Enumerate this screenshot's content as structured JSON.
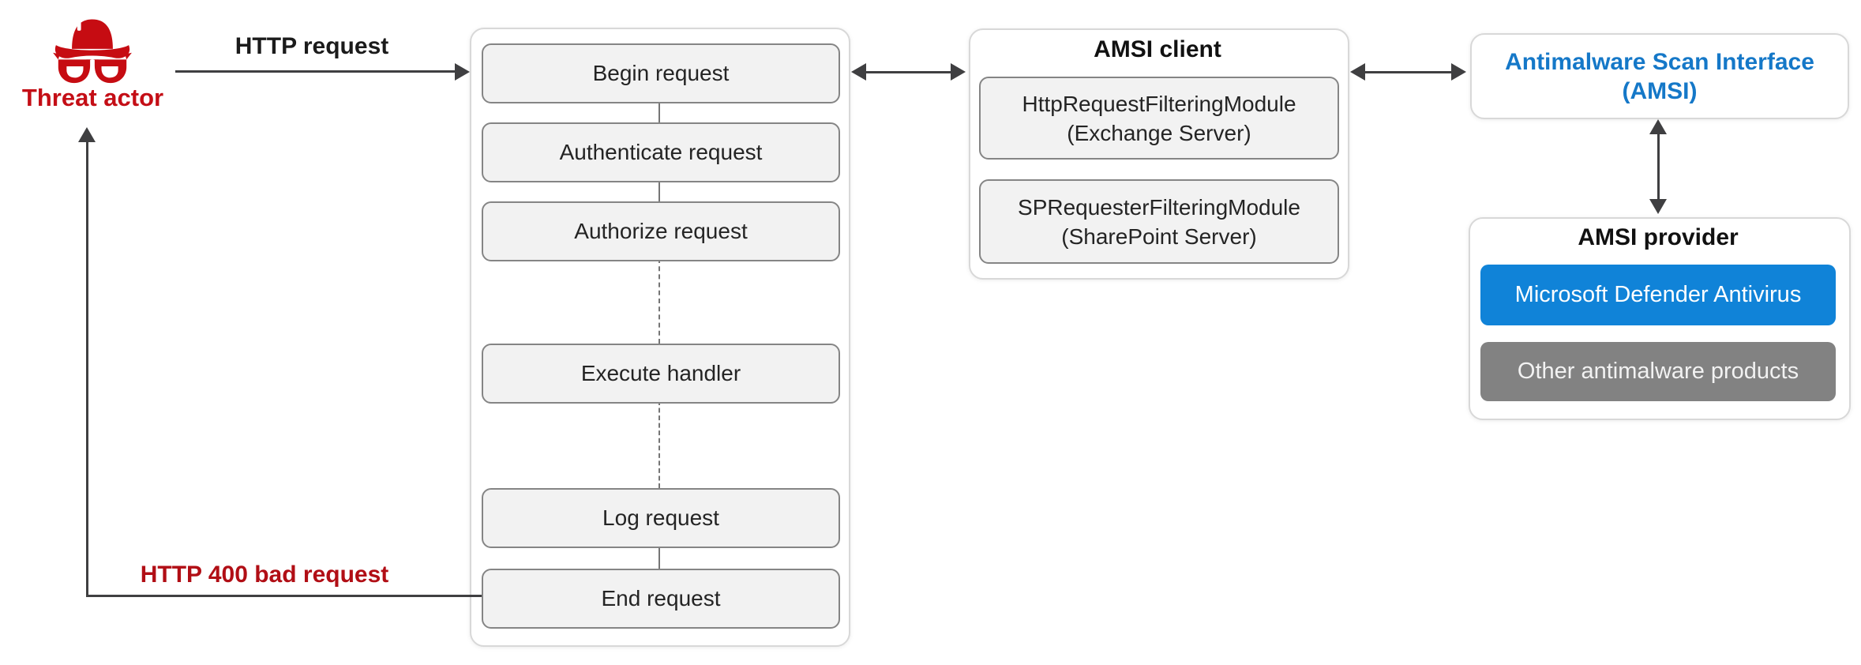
{
  "threat_actor": {
    "label": "Threat actor",
    "icon": "hacker-hat-glasses-icon"
  },
  "flow_labels": {
    "http_request": "HTTP request",
    "http_400": "HTTP 400 bad request"
  },
  "pipeline": {
    "stages": [
      "Begin request",
      "Authenticate request",
      "Authorize request",
      "Execute handler",
      "Log request",
      "End request"
    ]
  },
  "amsi_client": {
    "title": "AMSI client",
    "modules": [
      "HttpRequestFilteringModule\n(Exchange Server)",
      "SPRequesterFilteringModule\n(SharePoint Server)"
    ]
  },
  "amsi_interface": {
    "label": "Antimalware Scan Interface\n(AMSI)"
  },
  "amsi_provider": {
    "title": "AMSI provider",
    "items": [
      "Microsoft Defender Antivirus",
      "Other antimalware products"
    ]
  },
  "colors": {
    "threat_red": "#c40e16",
    "error_red": "#b10e15",
    "link_blue": "#1578c8",
    "defender_blue": "#1083d8",
    "other_gray": "#828282",
    "arrow_gray": "#3f3f41",
    "box_fill": "#f2f2f2",
    "box_border": "#858585"
  }
}
